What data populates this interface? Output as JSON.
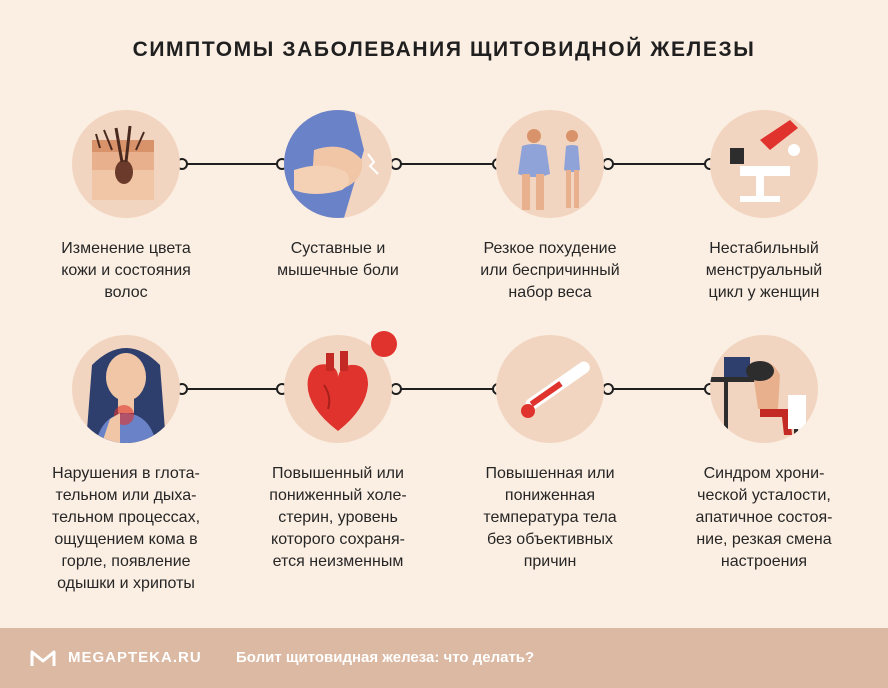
{
  "title": "СИМПТОМЫ ЗАБОЛЕВАНИЯ ЩИТОВИДНОЙ ЖЕЛЕЗЫ",
  "symptoms_row1": [
    {
      "icon": "hair-skin-icon",
      "lines": [
        "Изменение цвета",
        "кожи и состояния",
        "волос"
      ]
    },
    {
      "icon": "joint-pain-icon",
      "lines": [
        "Суставные и",
        "мышечные боли"
      ]
    },
    {
      "icon": "weight-change-icon",
      "lines": [
        "Резкое похудение",
        "или беспричинный",
        "набор веса"
      ]
    },
    {
      "icon": "gynecology-chair-icon",
      "lines": [
        "Нестабильный",
        "менструальный",
        "цикл у женщин"
      ]
    }
  ],
  "symptoms_row2": [
    {
      "icon": "sore-throat-icon",
      "lines": [
        "Нарушения в глота-",
        "тельном или дыха-",
        "тельном процессах,",
        "ощущением кома в",
        "горле, появление",
        "одышки и хрипоты"
      ]
    },
    {
      "icon": "heart-cholesterol-icon",
      "lines": [
        "Повышенный или",
        "пониженный холе-",
        "стерин, уровень",
        "которого сохраня-",
        "ется неизменным"
      ]
    },
    {
      "icon": "thermometer-icon",
      "lines": [
        "Повышенная или",
        "пониженная",
        "температура тела",
        "без объективных",
        "причин"
      ]
    },
    {
      "icon": "fatigue-icon",
      "lines": [
        "Синдром хрони-",
        "ческой усталости,",
        "апатичное состоя-",
        "ние, резкая смена",
        "настроения"
      ]
    }
  ],
  "footer": {
    "brand": "MEGAPTEKA.RU",
    "text": "Болит щитовидная железа: что делать?"
  },
  "colors": {
    "background": "#fbeee2",
    "circle": "#f2d5c0",
    "footer": "#dcb9a3",
    "accent_red": "#e0332d"
  }
}
